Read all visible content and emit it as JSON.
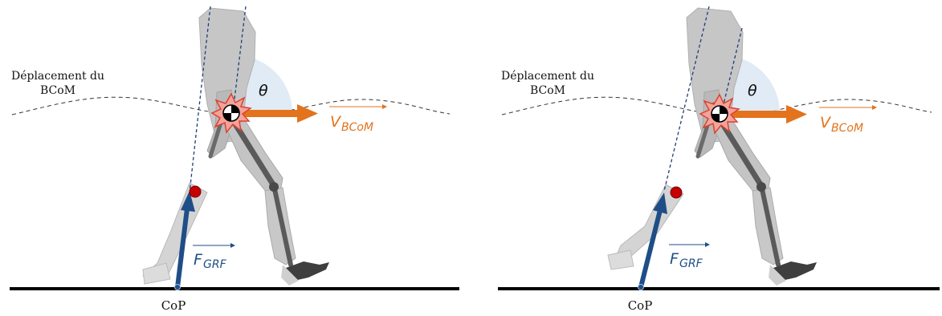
{
  "panels": [
    {
      "displacement_label_line1": "Déplacement du",
      "displacement_label_line2": "BCoM",
      "angle_label": "θ",
      "velocity_label": "V",
      "velocity_subscript": "BCoM",
      "force_label": "F",
      "force_subscript": "GRF",
      "cop_label": "CoP"
    },
    {
      "displacement_label_line1": "Déplacement du",
      "displacement_label_line2": "BCoM",
      "angle_label": "θ",
      "velocity_label": "V",
      "velocity_subscript": "BCoM",
      "force_label": "F",
      "force_subscript": "GRF",
      "cop_label": "CoP"
    }
  ],
  "colors": {
    "force_arrow": "#1f4e87",
    "velocity_arrow": "#e3731c",
    "joint_marker": "#c40000",
    "ground": "#000000",
    "body_segments": "#c9c9c9",
    "skeleton": "#555555",
    "angle_wedge": "#dce8f4"
  },
  "icons": [
    "center-of-mass-icon",
    "knee-joint-icon"
  ]
}
